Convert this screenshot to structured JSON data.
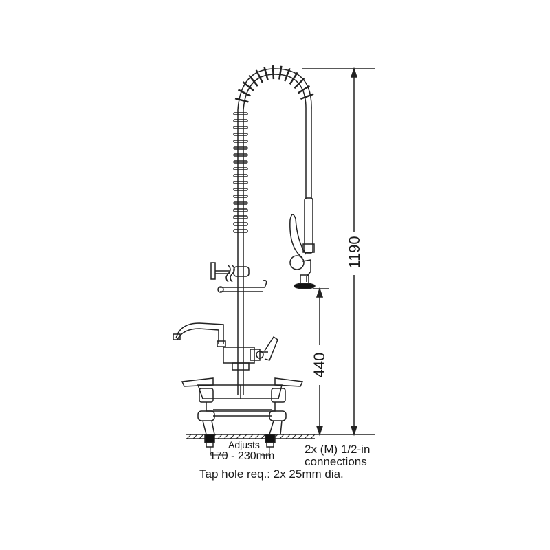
{
  "dimensions": {
    "height_total": "1190",
    "height_spout": "440"
  },
  "labels": {
    "adjusts": "Adjusts",
    "adjust_range": "170 - 230mm",
    "connections_line1": "2x (M) 1/2-in",
    "connections_line2": "connections",
    "tap_hole": "Tap hole req.: 2x 25mm dia."
  }
}
